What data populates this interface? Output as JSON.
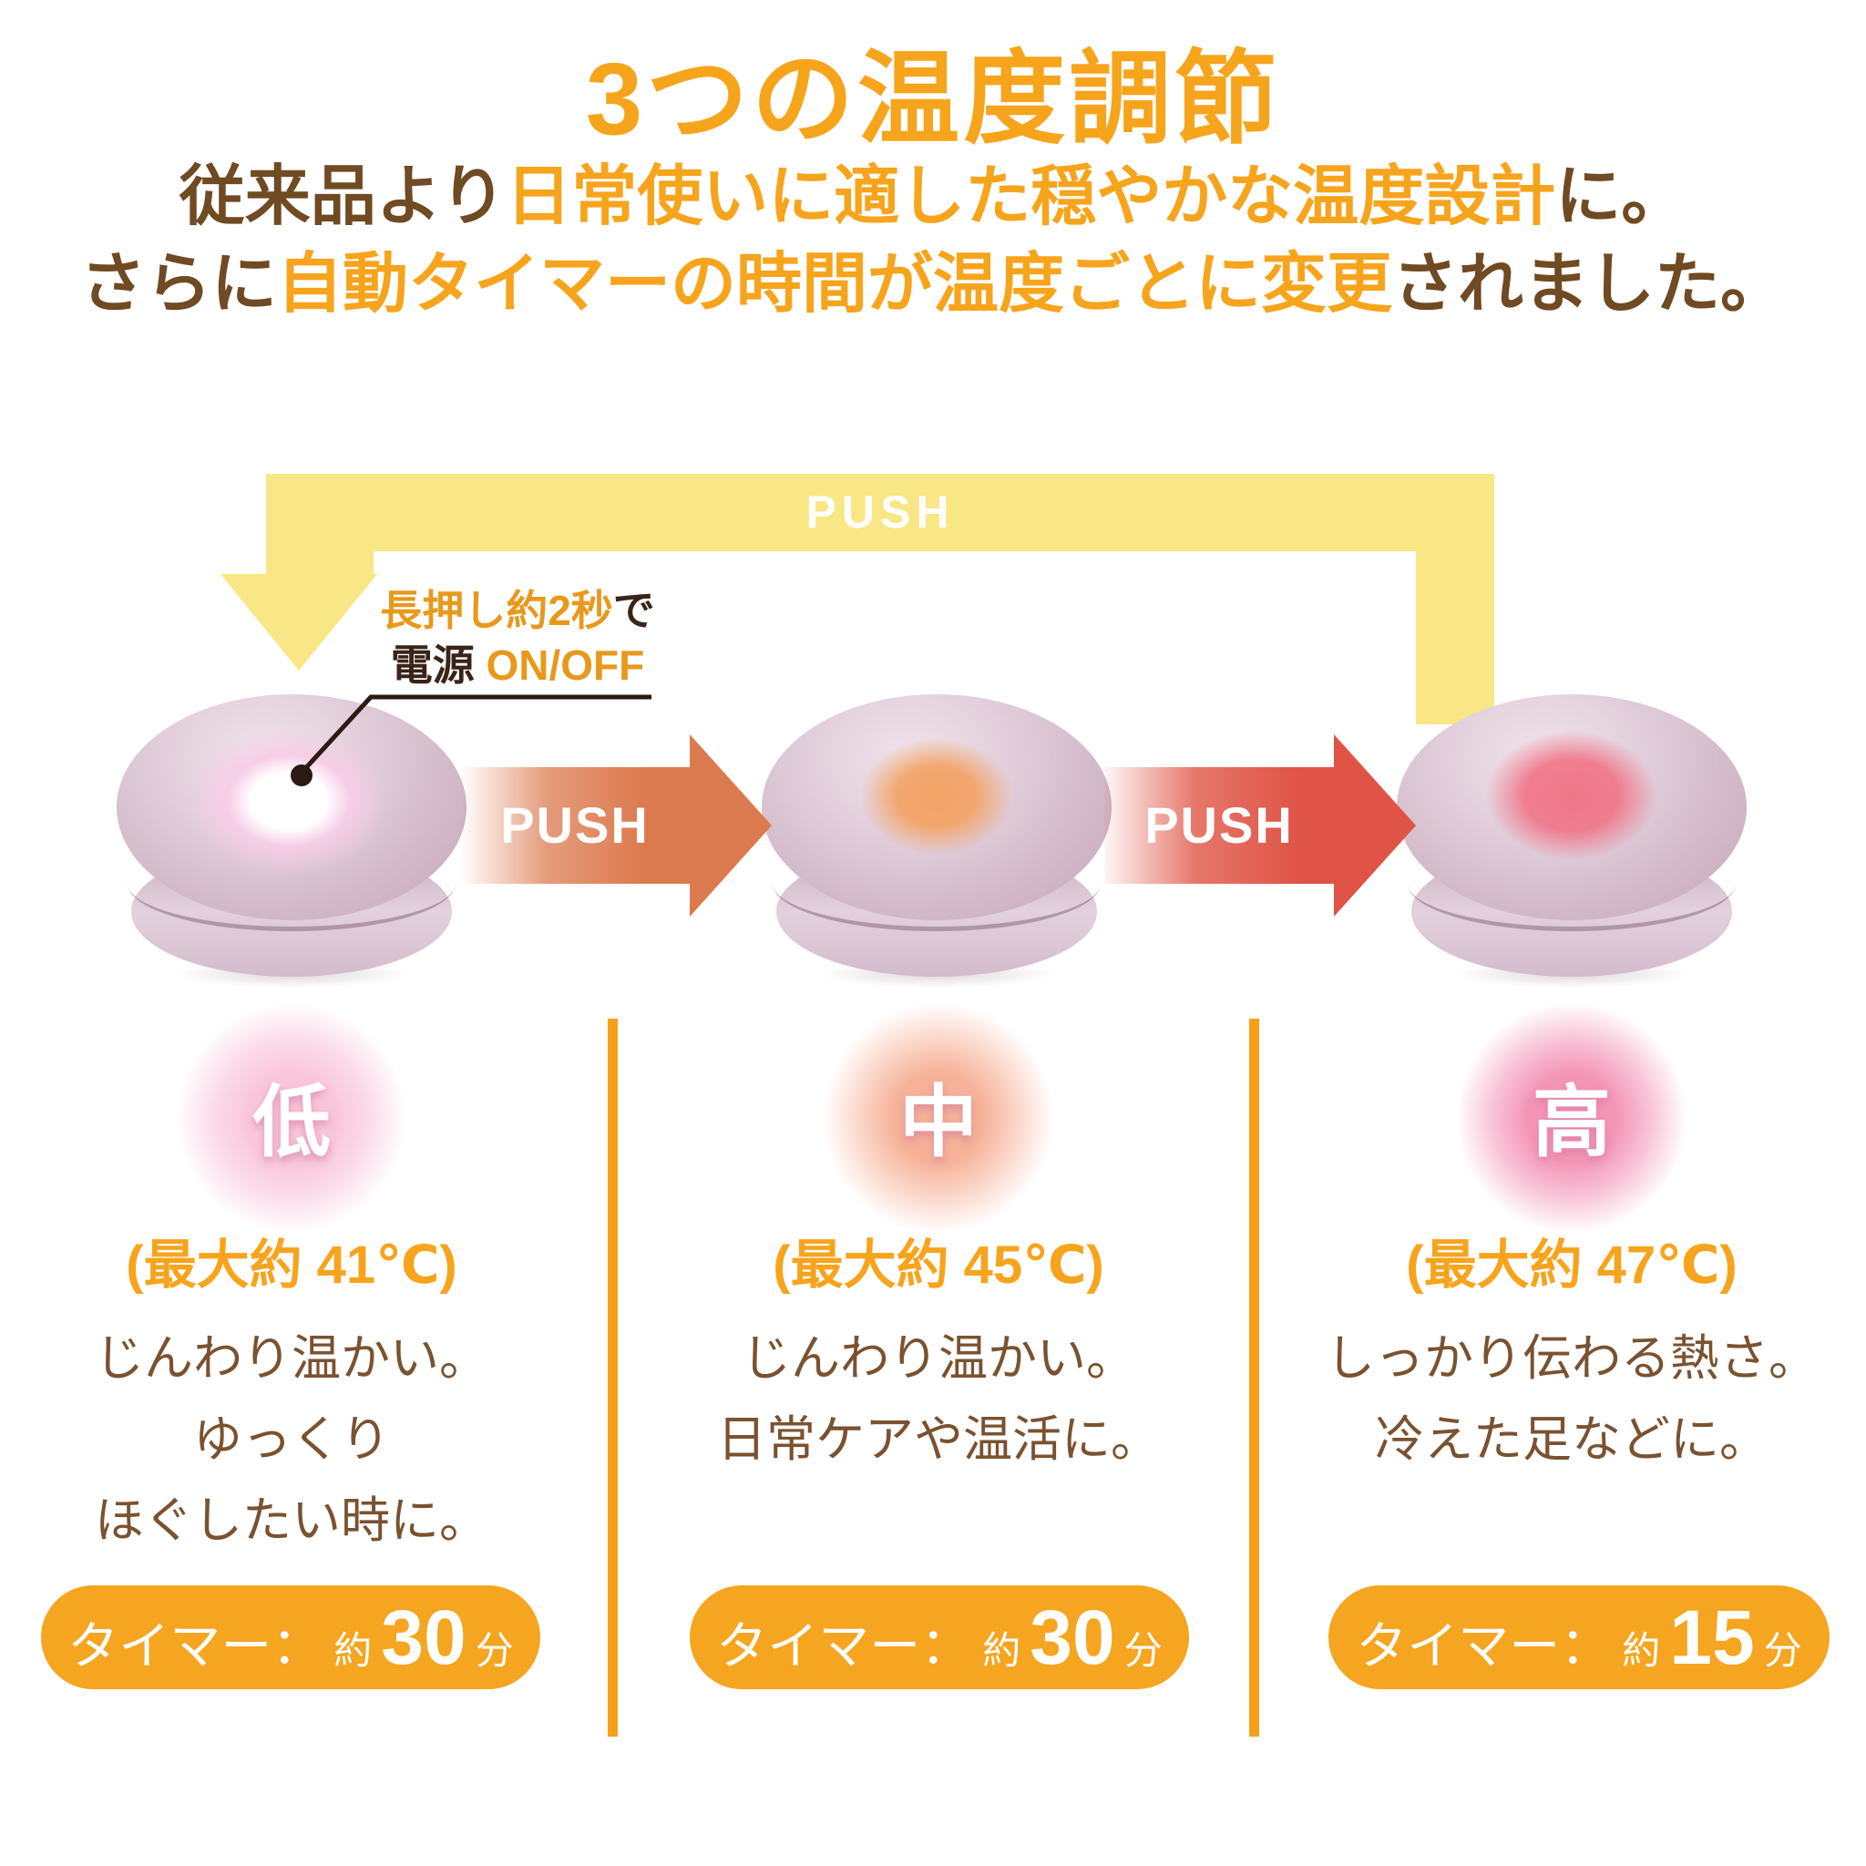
{
  "title": "3つの温度調節",
  "subtitle": {
    "l1_pre": "従来品より",
    "l1_hl": "日常使いに適した穏やかな温度設計",
    "l1_post": "に。",
    "l2_pre": "さらに",
    "l2_hl": "自動タイマーの時間が温度ごとに変更",
    "l2_post": "されました。"
  },
  "cycle": {
    "push_label": "PUSH"
  },
  "power_note": {
    "l1_hl": "長押し約2秒",
    "l1_tail": "で",
    "l2_head": "電源 ",
    "l2_hl": "ON/OFF"
  },
  "push_arrows": [
    {
      "label": "PUSH"
    },
    {
      "label": "PUSH"
    }
  ],
  "levels": [
    {
      "badge": "低",
      "temp": "(最大約 41℃)",
      "desc_lines": [
        "じんわり温かい。",
        "ゆっくり",
        "ほぐしたい時に。"
      ],
      "timer": {
        "label": "タイマー：",
        "approx": "約",
        "value": "30",
        "unit": "分"
      }
    },
    {
      "badge": "中",
      "temp": "(最大約 45℃)",
      "desc_lines": [
        "じんわり温かい。",
        "日常ケアや温活に。"
      ],
      "timer": {
        "label": "タイマー：",
        "approx": "約",
        "value": "30",
        "unit": "分"
      }
    },
    {
      "badge": "高",
      "temp": "(最大約 47℃)",
      "desc_lines": [
        "しっかり伝わる熱さ。",
        "冷えた足などに。"
      ],
      "timer": {
        "label": "タイマー：",
        "approx": "約",
        "value": "15",
        "unit": "分"
      }
    }
  ],
  "colors": {
    "accent_orange": "#F7A41D",
    "pill_orange": "#F5A51F",
    "divider_orange": "#F5A019",
    "text_brown": "#6F4A22",
    "desc_brown": "#7A5230",
    "pale_yellow_arrow": "#F9E685",
    "push_arrow_orange": "#DC7A4F",
    "push_arrow_red": "#DF5446",
    "badge_low_pink": "#F9C6DB",
    "badge_mid_salmon": "#F6B198",
    "badge_high_pink": "#F495B6",
    "device_body_pink": "#D9C2D0"
  }
}
